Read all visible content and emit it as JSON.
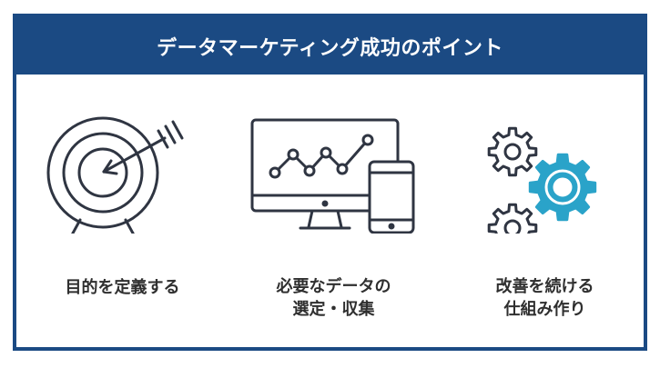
{
  "header": {
    "title": "データマーケティング成功のポイント"
  },
  "colors": {
    "brand_navy": "#1b4a83",
    "icon_stroke": "#2f3542",
    "accent_teal": "#2aa3c9"
  },
  "items": [
    {
      "icon": "target-arrow-icon",
      "lines": [
        "目的を定義する"
      ]
    },
    {
      "icon": "monitor-phone-chart-icon",
      "lines": [
        "必要なデータの",
        "選定・収集"
      ]
    },
    {
      "icon": "gears-icon",
      "lines": [
        "改善を続ける",
        "仕組み作り"
      ]
    }
  ]
}
